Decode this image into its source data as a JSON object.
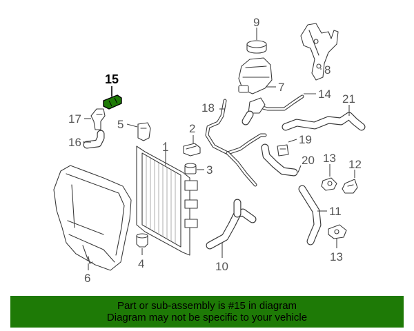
{
  "callouts": {
    "c1": "1",
    "c2": "2",
    "c3": "3",
    "c4": "4",
    "c5": "5",
    "c6": "6",
    "c7": "7",
    "c8": "8",
    "c9": "9",
    "c10": "10",
    "c11": "11",
    "c12": "12",
    "c13a": "13",
    "c13b": "13",
    "c14": "14",
    "c15": "15",
    "c16": "16",
    "c17": "17",
    "c18": "18",
    "c19": "19",
    "c20": "20",
    "c21": "21"
  },
  "highlighted_part": "15",
  "colors": {
    "highlight": "#1e7a06",
    "banner": "#1e7a06",
    "line": "#3a3a3a"
  },
  "banner": {
    "line1": "Part or sub-assembly is #15 in diagram",
    "line2": "Diagram may not be specific to your vehicle"
  }
}
